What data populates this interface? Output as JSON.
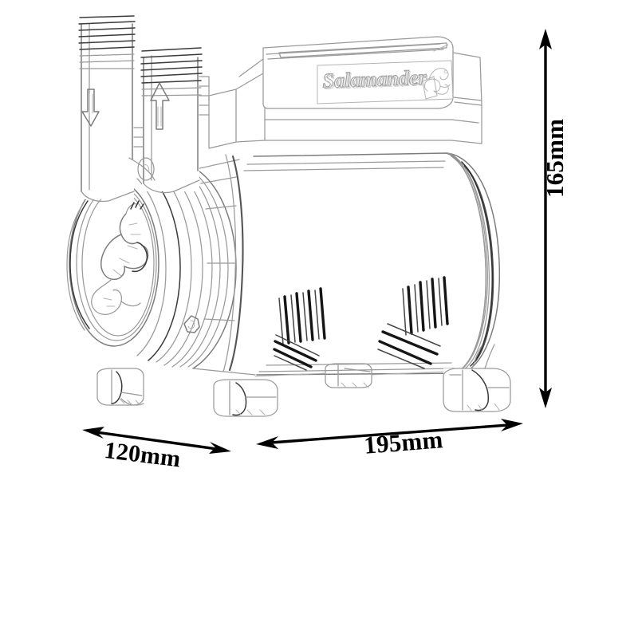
{
  "page": {
    "title": "Salamander pump dimension drawing",
    "background_color": "#ffffff",
    "line_color": "#1a1a1a",
    "sketch_color": "#8c8c8c"
  },
  "product": {
    "brand_text": "Salamander",
    "brand_logo": "salamander-lizard-logo",
    "end_cap_logo": "salamander-lizard-emblem",
    "inlet_arrow_direction": "down",
    "outlet_arrow_direction": "up"
  },
  "dimensions": {
    "height": {
      "value": "165mm",
      "orientation": "vertical",
      "arrow": "double-headed"
    },
    "depth": {
      "value": "120mm",
      "orientation": "horizontal-left",
      "arrow": "double-headed"
    },
    "width": {
      "value": "195mm",
      "orientation": "horizontal-right",
      "arrow": "double-headed"
    }
  }
}
